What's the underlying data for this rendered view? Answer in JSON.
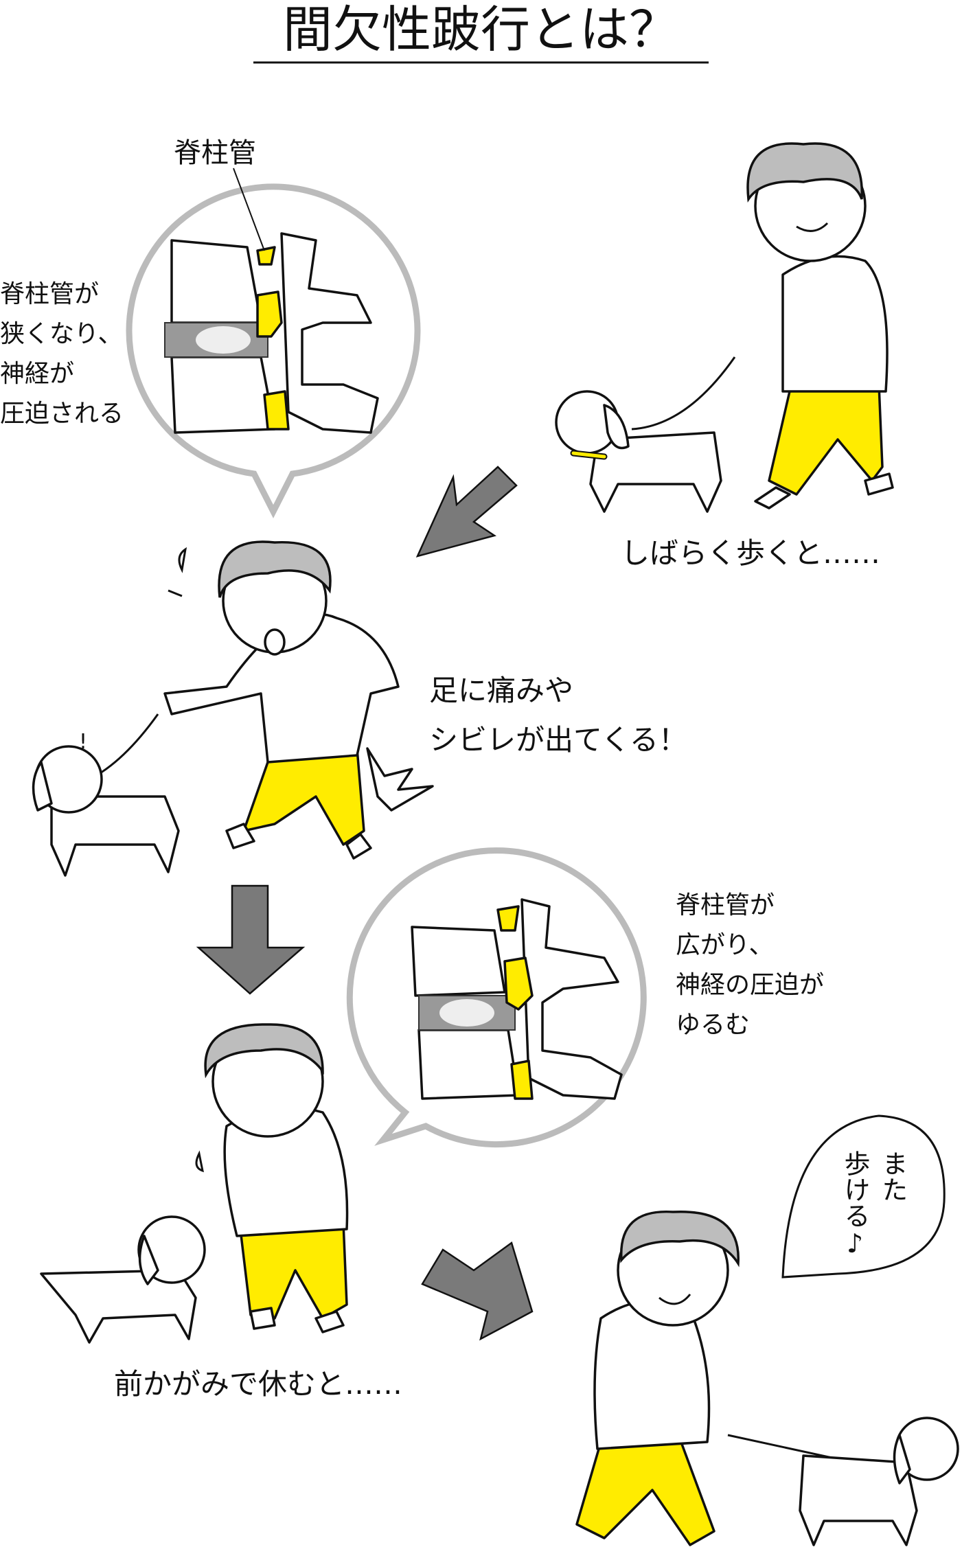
{
  "title": "間欠性跛行とは？",
  "callout_label": "脊柱管",
  "narrow_note": {
    "lines": [
      "脊柱管が",
      "狭くなり、",
      "神経が",
      "圧迫される"
    ]
  },
  "walking_caption": "しばらく歩くと……",
  "pain_caption": {
    "lines": [
      "足に痛みや",
      "シビレが出てくる！"
    ]
  },
  "wide_note": {
    "lines": [
      "脊柱管が",
      "広がり、",
      "神経の圧迫が",
      "ゆるむ"
    ]
  },
  "rest_caption": "前かがみで休むと……",
  "speech": {
    "columns": [
      "また",
      "歩ける♪"
    ]
  },
  "dog_exclaim": "!",
  "colors": {
    "highlight": "#ffec00",
    "arrow": "#7a7a7a",
    "bubble_outline": "#bbbbbb",
    "hair": "#bdbdbd"
  }
}
